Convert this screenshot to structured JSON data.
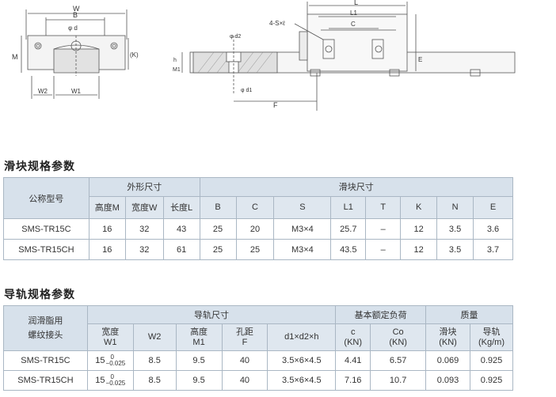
{
  "drawing_labels": {
    "W": "W",
    "B": "B",
    "phi_d": "φ d",
    "M": "M",
    "K": "(K)",
    "W2": "W2",
    "W1": "W1",
    "four_s_l": "4-S×ℓ",
    "L": "L",
    "L1": "L1",
    "C": "C",
    "phi_d2": "φ d2",
    "h": "h",
    "M1": "M1",
    "phi_d1": "φ d1",
    "F": "F",
    "E": "E"
  },
  "block_section": {
    "title": "滑块规格参数",
    "headers": {
      "model": "公称型号",
      "outer": "外形尺寸",
      "block": "滑块尺寸",
      "cols": [
        "高度M",
        "宽度W",
        "长度L",
        "B",
        "C",
        "S",
        "L1",
        "T",
        "K",
        "N",
        "E"
      ]
    },
    "rows": [
      {
        "model": "SMS-TR15C",
        "values": [
          "16",
          "32",
          "43",
          "25",
          "20",
          "M3×4",
          "25.7",
          "–",
          "12",
          "3.5",
          "3.6"
        ]
      },
      {
        "model": "SMS-TR15CH",
        "values": [
          "16",
          "32",
          "61",
          "25",
          "25",
          "M3×4",
          "43.5",
          "–",
          "12",
          "3.5",
          "3.7"
        ]
      }
    ]
  },
  "rail_section": {
    "title": "导轨规格参数",
    "headers": {
      "model_line1": "润滑脂用",
      "model_line2": "螺纹接头",
      "rail": "导轨尺寸",
      "load": "基本额定负荷",
      "mass": "质量",
      "w1_line1": "宽度",
      "w1_line2": "W1",
      "w2": "W2",
      "m1_line1": "高度",
      "m1_line2": "M1",
      "f_line1": "孔距",
      "f_line2": "F",
      "d": "d1×d2×h",
      "c_line1": "c",
      "c_line2": "(KN)",
      "co_line1": "Co",
      "co_line2": "(KN)",
      "block_mass_line1": "滑块",
      "block_mass_line2": "(KN)",
      "rail_mass_line1": "导轨",
      "rail_mass_line2": "(Kg/m)"
    },
    "rows": [
      {
        "model": "SMS-TR15C",
        "w1": "15",
        "w1_upper": "0",
        "w1_lower": "−0.025",
        "w2": "8.5",
        "m1": "9.5",
        "f": "40",
        "d": "3.5×6×4.5",
        "c": "4.41",
        "co": "6.57",
        "block_mass": "0.069",
        "rail_mass": "0.925"
      },
      {
        "model": "SMS-TR15CH",
        "w1": "15",
        "w1_upper": "0",
        "w1_lower": "−0.025",
        "w2": "8.5",
        "m1": "9.5",
        "f": "40",
        "d": "3.5×6×4.5",
        "c": "7.16",
        "co": "10.7",
        "block_mass": "0.093",
        "rail_mass": "0.925"
      }
    ]
  }
}
